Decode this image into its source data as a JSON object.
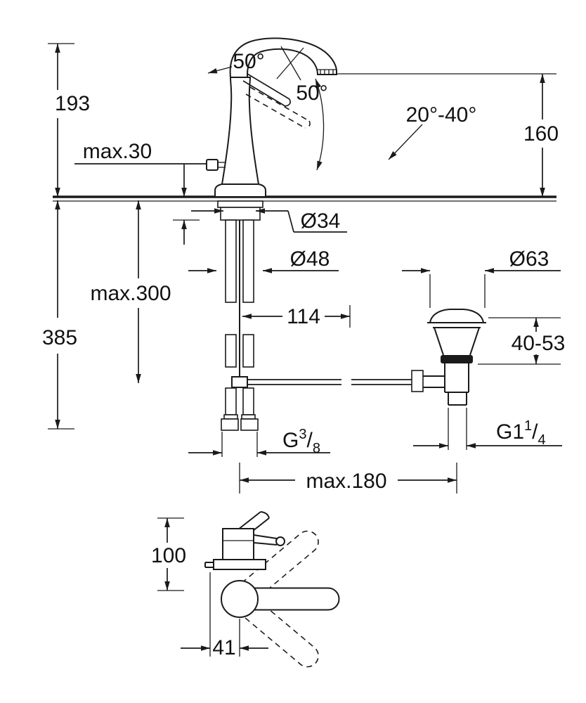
{
  "labels": {
    "a50_handle": "50°",
    "a50_lever": "50°",
    "a2040": "20°-40°",
    "h193": "193",
    "h160": "160",
    "max30": "max.30",
    "d34": "Ø34",
    "d48": "Ø48",
    "max300": "max.300",
    "h385": "385",
    "l114": "114",
    "d63": "Ø63",
    "r4053": "40-53",
    "g38": {
      "base": "G",
      "num": "3",
      "slash": "/",
      "den": "8"
    },
    "g114": {
      "base": "G1",
      "num": "1",
      "slash": "/",
      "den": "4"
    },
    "max180": "max.180",
    "h100": "100",
    "w41": "41"
  },
  "colors": {
    "line": "#1a1a1a",
    "background": "#ffffff",
    "seal": "#1a1a1a"
  }
}
